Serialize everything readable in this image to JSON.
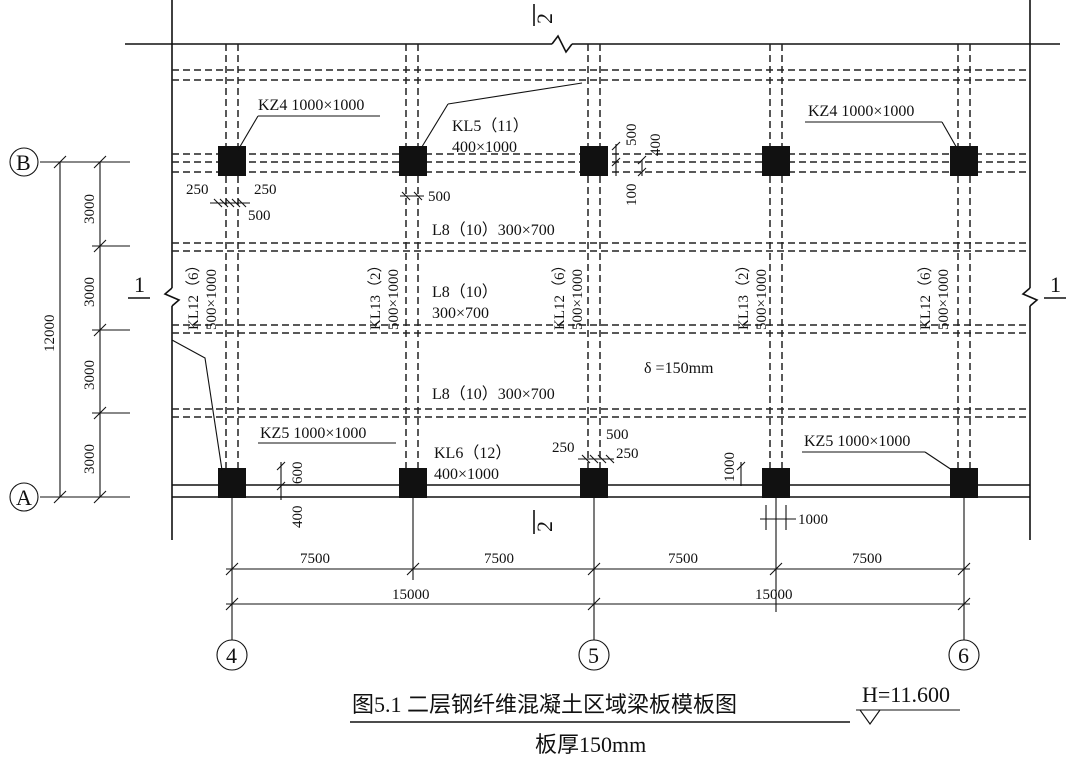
{
  "title": "图5.1  二层钢纤维混凝土区域梁板模板图",
  "subtitle": "板厚150mm",
  "elevation": "H=11.600",
  "axes": {
    "rows": [
      "B",
      "A"
    ],
    "cols": [
      "4",
      "5",
      "6"
    ]
  },
  "sections": {
    "top": "2",
    "bottom": "2",
    "left": "1",
    "right": "1"
  },
  "columns": {
    "kz4_left": "KZ4 1000×1000",
    "kz4_right": "KZ4 1000×1000",
    "kz5_left": "KZ5 1000×1000",
    "kz5_right": "KZ5 1000×1000"
  },
  "beams": {
    "kl5_name": "KL5（11）",
    "kl5_size": "400×1000",
    "kl6_name": "KL6（12）",
    "kl6_size": "400×1000",
    "l8_top": "L8（10）300×700",
    "l8_mid_name": "L8（10）",
    "l8_mid_size": "300×700",
    "l8_bottom": "L8（10）300×700",
    "kl12_a": "KL12（6）",
    "kl12_a_size": "500×1000",
    "kl13_a": "KL13（2）",
    "kl13_a_size": "500×1000",
    "kl12_b": "KL12（6）",
    "kl12_b_size": "500×1000",
    "kl13_b": "KL13（2）",
    "kl13_b_size": "500×1000",
    "kl12_c": "KL12（6）",
    "kl12_c_size": "500×1000"
  },
  "slab_thickness": "δ =150mm",
  "dims": {
    "left_segments": [
      "3000",
      "3000",
      "3000",
      "3000"
    ],
    "left_total": "12000",
    "bay_segments": [
      "7500",
      "7500",
      "7500",
      "7500"
    ],
    "bay_totals": [
      "15000",
      "15000"
    ],
    "col_250_left": "250",
    "col_250_right": "250",
    "col_500": "500",
    "beam_500": "500",
    "beam_500_b": "500",
    "beam_400": "400",
    "beam_100": "100",
    "bot_250": "250",
    "bot_500": "500",
    "bot_250_r": "250",
    "v_600": "600",
    "v_400": "400",
    "v_1000": "1000",
    "h_1000": "1000"
  }
}
